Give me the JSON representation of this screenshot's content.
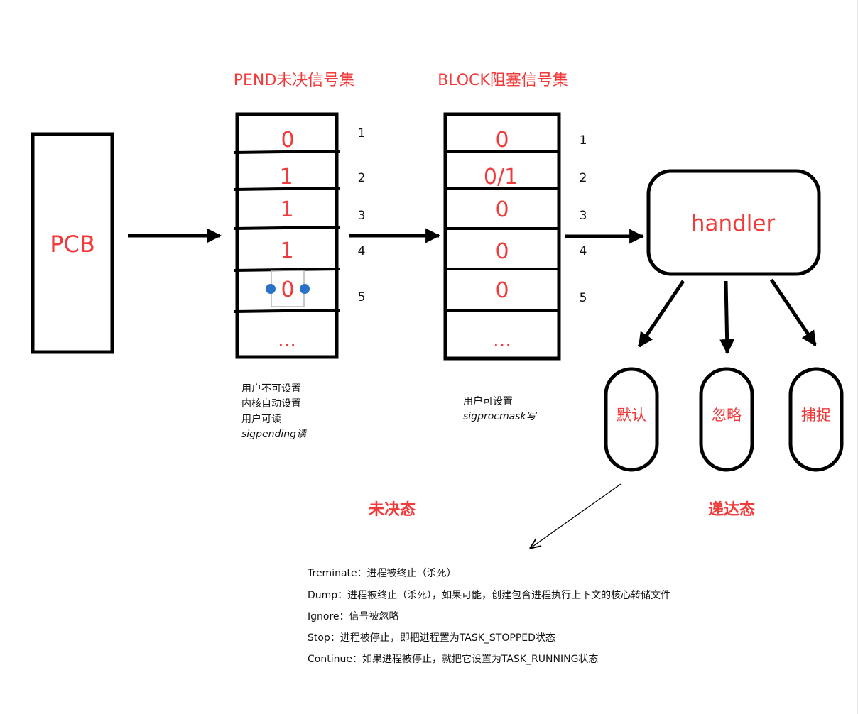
{
  "pcb": {
    "label": "PCB"
  },
  "pend": {
    "title": "PEND未决信号集",
    "cells": [
      "0",
      "1",
      "1",
      "1",
      "0",
      "…"
    ],
    "indices": [
      "1",
      "2",
      "3",
      "4",
      "5"
    ],
    "notes": [
      "用户不可设置",
      "内核自动设置",
      "用户可读",
      "sigpending读"
    ]
  },
  "block": {
    "title": "BLOCK阻塞信号集",
    "cells": [
      "0",
      "0/1",
      "0",
      "0",
      "0",
      "…"
    ],
    "indices": [
      "1",
      "2",
      "3",
      "4",
      "5"
    ],
    "notes": [
      "用户可设置",
      "sigprocmask写"
    ]
  },
  "handler": {
    "label": "handler"
  },
  "actions": [
    "默认",
    "忽略",
    "捕捉"
  ],
  "states": {
    "pending": "未决态",
    "delivered": "递达态"
  },
  "default_actions": [
    "Treminate：进程被终止（杀死）",
    "Dump：进程被终止（杀死），如果可能，创建包含进程执行上下文的核心转储文件",
    "Ignore：信号被忽略",
    "Stop：进程被停止，即把进程置为TASK_STOPPED状态",
    "Continue：如果进程被停止，就把它设置为TASK_RUNNING状态"
  ],
  "colors": {
    "accent": "#f23a3a",
    "stroke": "#000000",
    "selection": "#2a72c8"
  }
}
